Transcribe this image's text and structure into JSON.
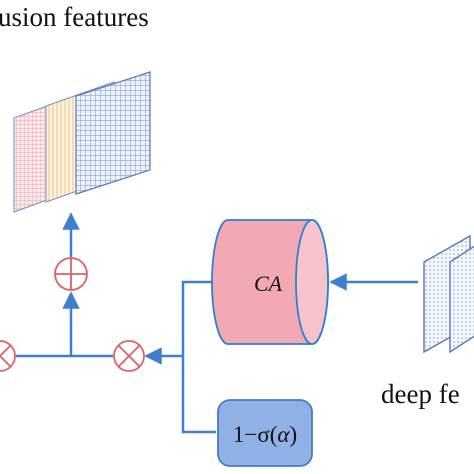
{
  "labels": {
    "fusion_features": "usion features",
    "deep_features": "deep fe",
    "ca_block": "CA",
    "gate_prefix": "1−σ(",
    "gate_symbol": "α",
    "gate_suffix": ")"
  },
  "colors": {
    "arrow": "#3f7fd0",
    "operator_ring": "#e0606a",
    "ca_fill": "#f2a9b4",
    "ca_stroke": "#2f7fd6",
    "gate_fill": "#8fb1e6",
    "gate_stroke": "#4a79c4",
    "grid_blue": "#8aa4d8",
    "grid_pink": "#e8a6b2",
    "grid_orange": "#f0c080"
  },
  "icons": {
    "multiply_left": "circled-times-icon",
    "multiply_right": "circled-times-icon",
    "add": "circled-plus-icon"
  }
}
